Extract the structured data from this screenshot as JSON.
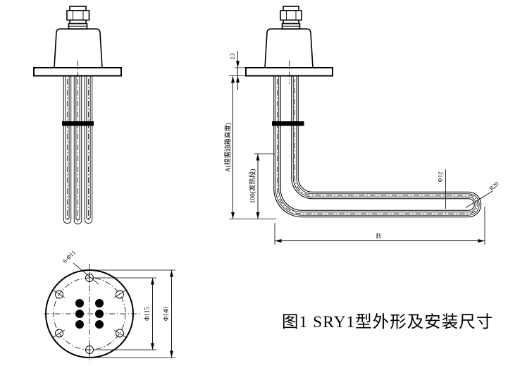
{
  "figure": {
    "caption": "图1 SRY1型外形及安装尺寸"
  },
  "dims": {
    "flange_thickness": "13",
    "immersion_depth": "A(根据油箱高度)",
    "heating_section": "100(发热段)",
    "horizontal_length": "B",
    "tube_diameter": "Φ12",
    "bend_radius": "R20",
    "bolt_holes": "6-Φ11",
    "bolt_circle_diameter": "Φ115",
    "flange_outer_diameter": "Φ140"
  },
  "colors": {
    "line": "#000000",
    "background": "#ffffff"
  }
}
